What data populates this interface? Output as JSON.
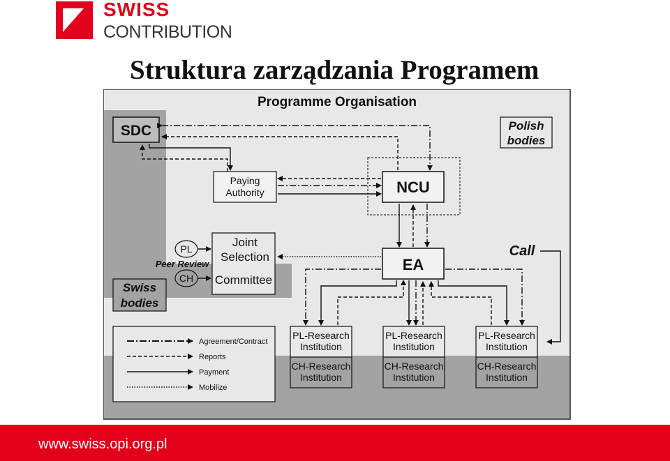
{
  "header": {
    "logo_line1": "SWISS",
    "logo_line2": "CONTRIBUTION",
    "title": "Struktura zarządzania Programem"
  },
  "diagram": {
    "title": "Programme Organisation",
    "nodes": {
      "sdc": "SDC",
      "paying_line1": "Paying",
      "paying_line2": "Authority",
      "ncu": "NCU",
      "ea": "EA",
      "joint_line1": "Joint",
      "joint_line2": "Selection",
      "committee": "Committee",
      "pl": "PL",
      "ch": "CH",
      "peer_review": "Peer Review",
      "polish_line1": "Polish",
      "polish_line2": "bodies",
      "swiss_line1": "Swiss",
      "swiss_line2": "bodies",
      "call": "Call",
      "pl_research_line1": "PL-Research",
      "pl_research_line2": "Institution",
      "ch_research_line1": "CH-Research",
      "ch_research_line2": "Institution"
    },
    "legend": [
      "Agreement/Contract",
      "Reports",
      "Payment",
      "Mobilize"
    ]
  },
  "footer": {
    "url": "www.swiss.opi.org.pl"
  },
  "colors": {
    "brand_red": "#e2001a",
    "swiss_area": "#a3a3a3",
    "polish_area": "#e8e8e8"
  }
}
